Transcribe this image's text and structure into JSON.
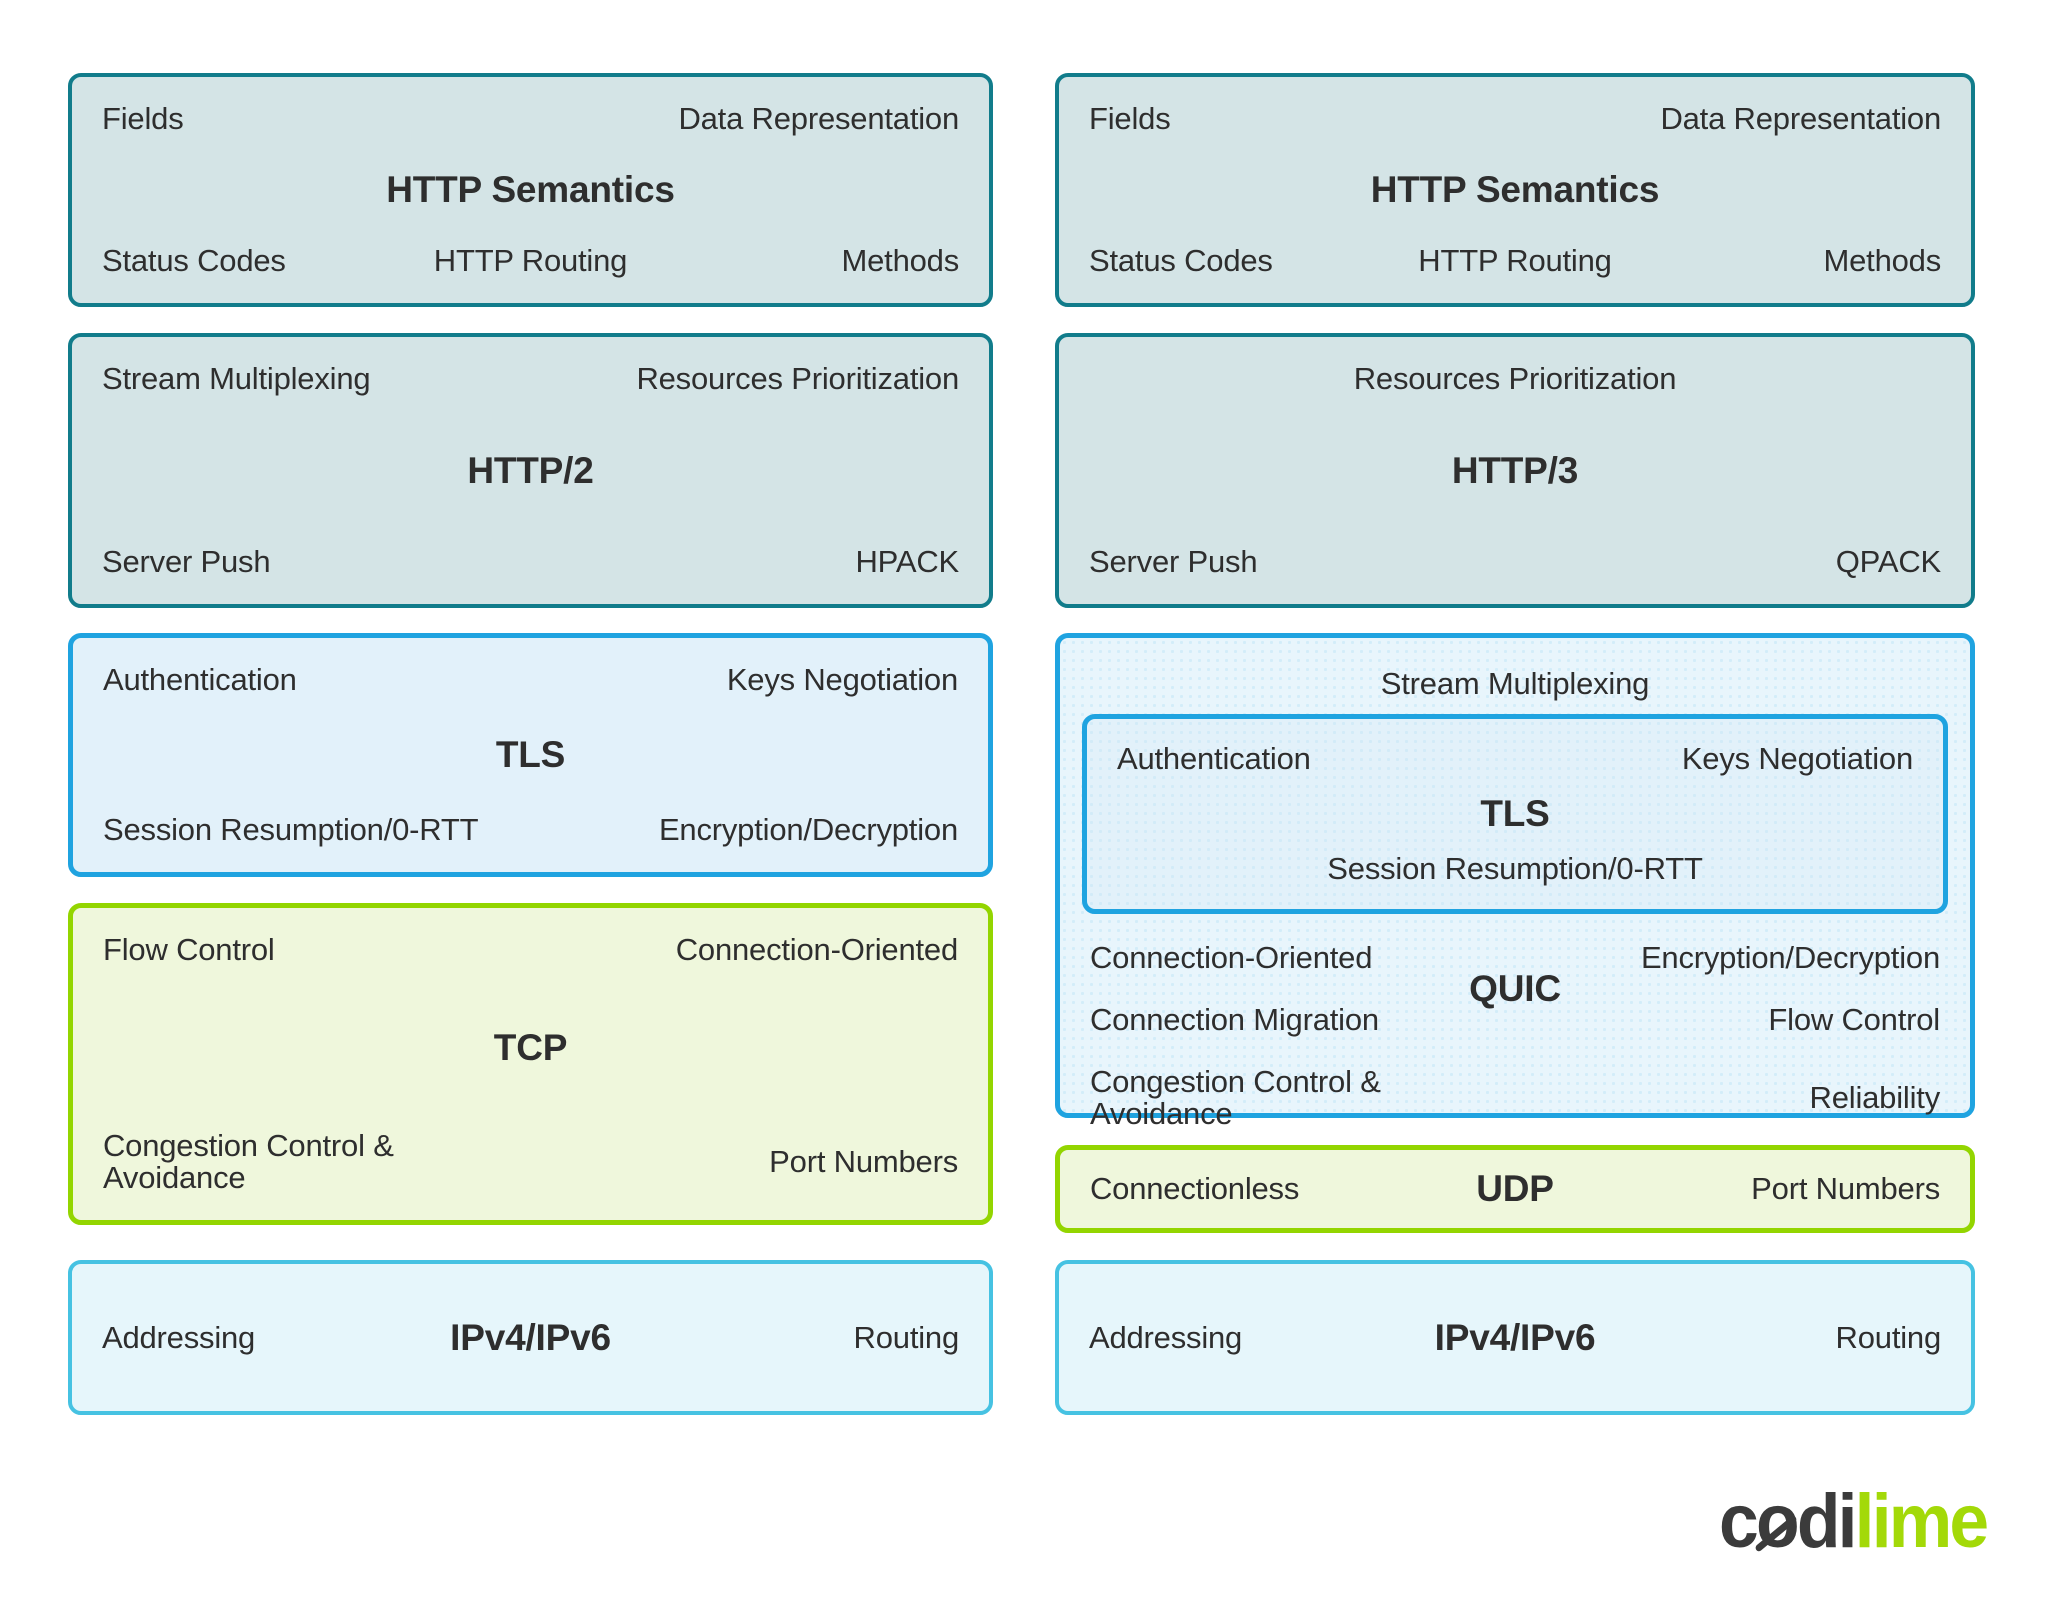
{
  "colors": {
    "teal_border": "#117C8B",
    "teal_fill": "#D4E4E6",
    "blue_border": "#1FA3E0",
    "blue_fill": "#E2F1FA",
    "quic_fill": "#E8F5FC",
    "green_border": "#93D500",
    "green_fill": "#EFF7DC",
    "cyan_border": "#46C2E2",
    "cyan_fill": "#E6F6FB",
    "text": "#2E2E2E",
    "logo_dark": "#3B3B3B",
    "logo_lime": "#A3D908"
  },
  "left": {
    "semantics": {
      "title": "HTTP Semantics",
      "top_left": "Fields",
      "top_right": "Data Representation",
      "bottom_left": "Status Codes",
      "bottom_center": "HTTP Routing",
      "bottom_right": "Methods"
    },
    "http2": {
      "title": "HTTP/2",
      "top_left": "Stream Multiplexing",
      "top_right": "Resources Prioritization",
      "bottom_left": "Server Push",
      "bottom_right": "HPACK"
    },
    "tls": {
      "title": "TLS",
      "top_left": "Authentication",
      "top_right": "Keys Negotiation",
      "bottom_left": "Session Resumption/0-RTT",
      "bottom_right": "Encryption/Decryption"
    },
    "tcp": {
      "title": "TCP",
      "top_left": "Flow Control",
      "top_right": "Connection-Oriented",
      "bottom_left": "Congestion Control & Avoidance",
      "bottom_right": "Port Numbers"
    },
    "ip": {
      "title": "IPv4/IPv6",
      "left": "Addressing",
      "right": "Routing"
    }
  },
  "right": {
    "semantics": {
      "title": "HTTP Semantics",
      "top_left": "Fields",
      "top_right": "Data Representation",
      "bottom_left": "Status Codes",
      "bottom_center": "HTTP Routing",
      "bottom_right": "Methods"
    },
    "http3": {
      "title": "HTTP/3",
      "top_center": "Resources Prioritization",
      "bottom_left": "Server Push",
      "bottom_right": "QPACK"
    },
    "quic": {
      "title": "QUIC",
      "top_center": "Stream Multiplexing",
      "tls": {
        "title": "TLS",
        "top_left": "Authentication",
        "top_right": "Keys Negotiation",
        "bottom_center": "Session Resumption/0-RTT"
      },
      "rows": [
        {
          "left": "Connection-Oriented",
          "right": "Encryption/Decryption"
        },
        {
          "left": "Connection Migration",
          "right": "Flow Control"
        },
        {
          "left": "Congestion Control & Avoidance",
          "right": "Reliability"
        }
      ]
    },
    "udp": {
      "title": "UDP",
      "left": "Connectionless",
      "right": "Port Numbers"
    },
    "ip": {
      "title": "IPv4/IPv6",
      "left": "Addressing",
      "right": "Routing"
    }
  },
  "logo": {
    "c": "c",
    "o": "o",
    "di": "di",
    "lime": "lime"
  }
}
